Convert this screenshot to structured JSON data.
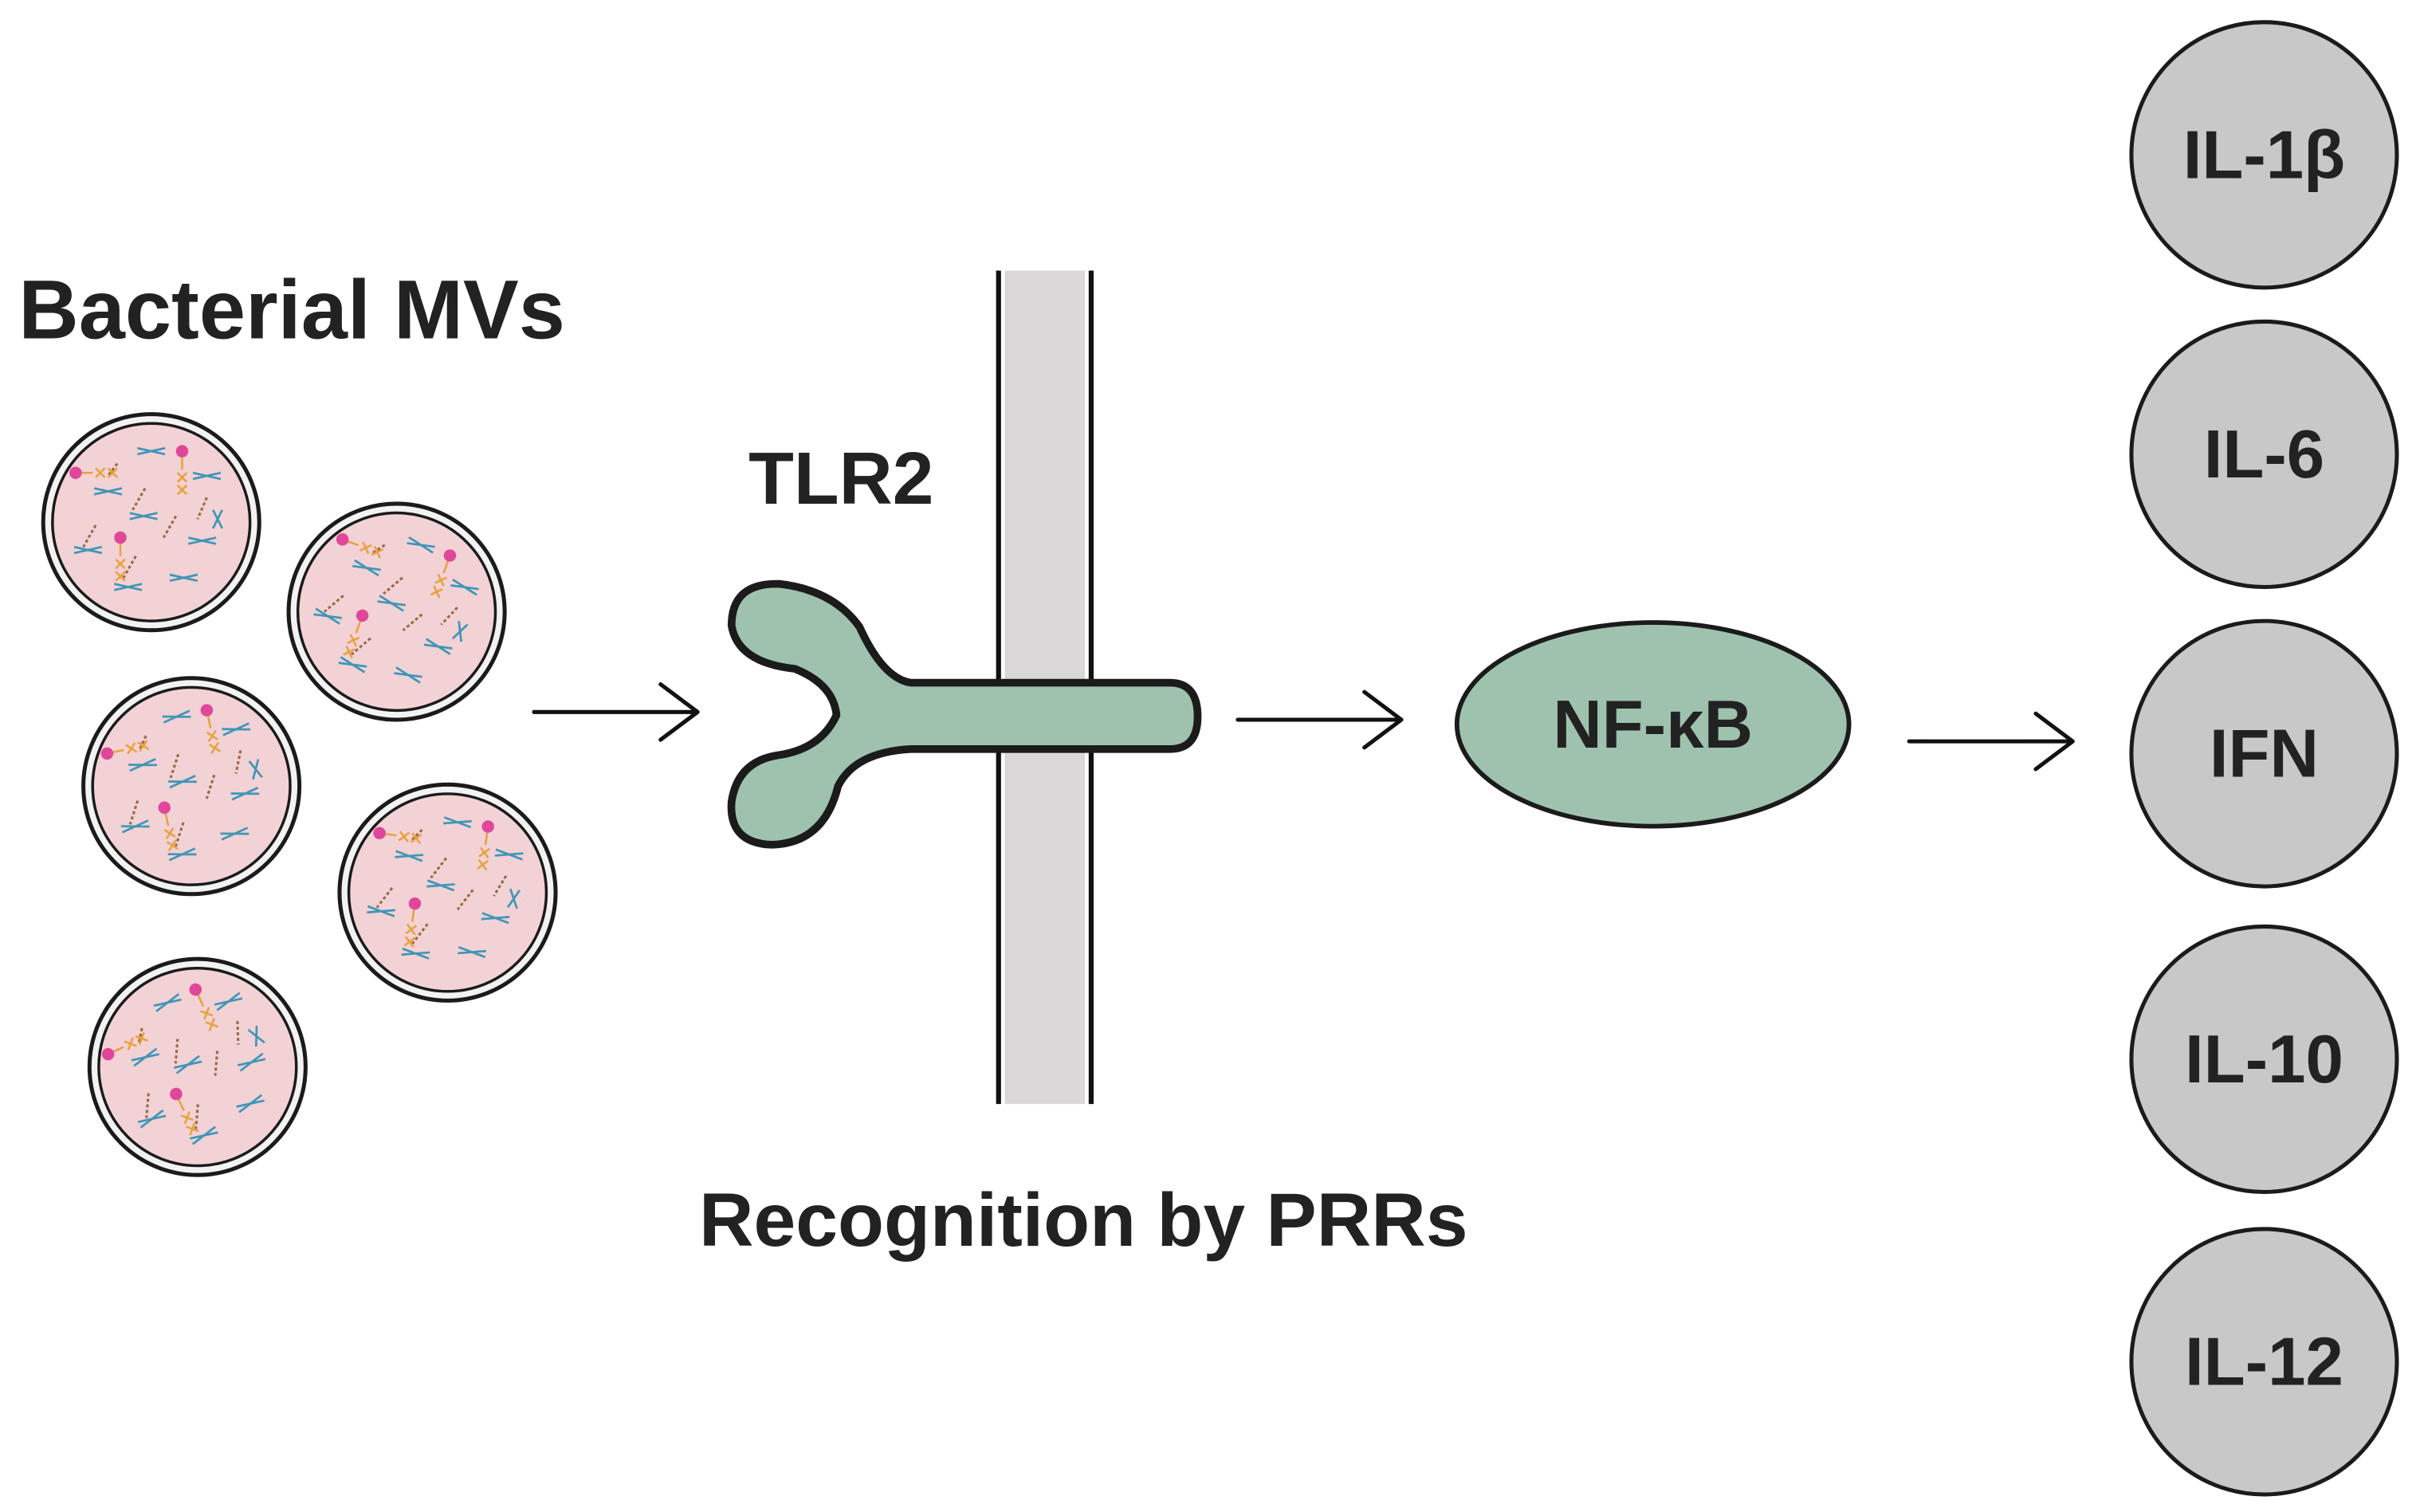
{
  "title": "Bacterial MVs",
  "receptor_label": "TLR2",
  "caption": "Recognition by PRRs",
  "transcription_factor": "NF-κB",
  "cytokines": [
    "IL-1β",
    "IL-6",
    "IFN",
    "IL-10",
    "IL-12"
  ],
  "icons": [
    "membrane-vesicle-icon",
    "tlr2-receptor-icon",
    "cell-membrane-icon",
    "arrow-right-icon"
  ],
  "colors": {
    "vesicle_fill": "#f3d2d6",
    "vesicle_shell": "#f2f2f2",
    "dna_cargo": "#3f96b6",
    "lipid_cargo_head": "#e0479a",
    "lipid_cargo_tail": "#e8a13c",
    "peptide_cargo": "#9a6a44",
    "receptor_fill": "#9fc2ae",
    "membrane_fill": "#d9d7d7",
    "cytokine_fill": "#c8c8c8",
    "outline": "#1b1b1b"
  }
}
